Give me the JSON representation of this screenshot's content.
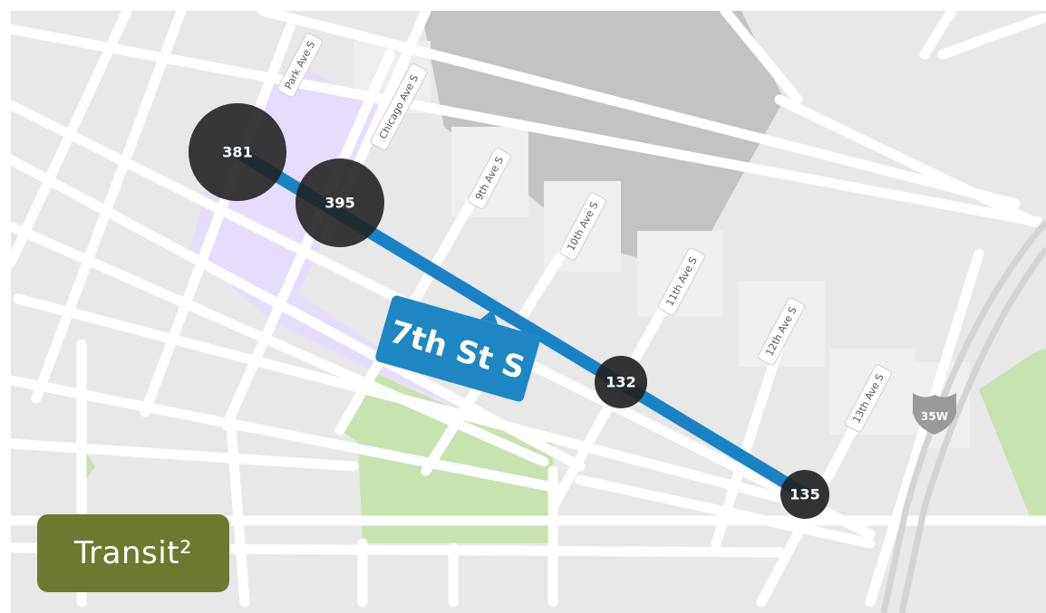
{
  "brand": {
    "name": "Transit²"
  },
  "route": {
    "label": "7th St S",
    "color": "#1a82c4"
  },
  "stops": [
    {
      "id": "stop-park-ave",
      "count": "381"
    },
    {
      "id": "stop-chicago-ave",
      "count": "395"
    },
    {
      "id": "stop-10th-11th",
      "count": "132"
    },
    {
      "id": "stop-13th-ave",
      "count": "135"
    }
  ],
  "streets": [
    {
      "id": "park-ave",
      "name": "Park Ave S"
    },
    {
      "id": "chicago-ave",
      "name": "Chicago Ave S"
    },
    {
      "id": "9th-ave",
      "name": "9th Ave S"
    },
    {
      "id": "10th-ave",
      "name": "10th Ave S"
    },
    {
      "id": "11th-ave",
      "name": "11th Ave S"
    },
    {
      "id": "12th-ave",
      "name": "12th Ave S"
    },
    {
      "id": "13th-ave",
      "name": "13th Ave S"
    }
  ],
  "highway": {
    "shield": "35W"
  },
  "colors": {
    "land": "#e8e8e8",
    "street": "#ffffff",
    "park": "#c8e2b0",
    "building": "#c3c3c3",
    "highlight_area": "#e6dcfb",
    "stop_marker": "#222222",
    "shield": "#9a9a9a",
    "brand_badge": "#6b7a2f"
  }
}
